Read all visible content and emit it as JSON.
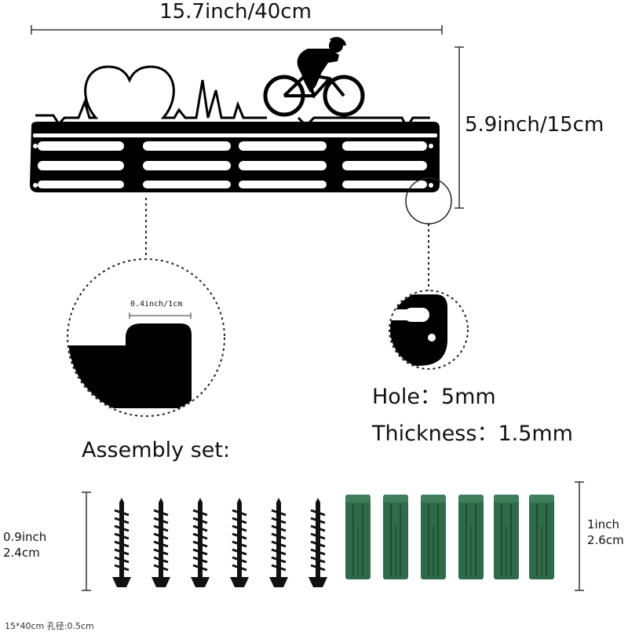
{
  "dimensions": {
    "width_label": "15.7inch/40cm",
    "height_label": "5.9inch/15cm",
    "slot_detail_label": "0.4inch/1cm"
  },
  "specs": {
    "hole": "Hole：5mm",
    "thickness": "Thickness：1.5mm"
  },
  "assembly": {
    "title": "Assembly set:",
    "screw_length_inch": "0.9inch",
    "screw_length_cm": "2.4cm",
    "screw_count": 6,
    "anchor_length_inch": "1inch",
    "anchor_length_cm": "2.6cm",
    "anchor_count": 6
  },
  "footer_text": "15*40cm   孔径:0.5cm",
  "colors": {
    "metal": "#000000",
    "anchor": "#2f6b4a",
    "background": "#ffffff"
  }
}
